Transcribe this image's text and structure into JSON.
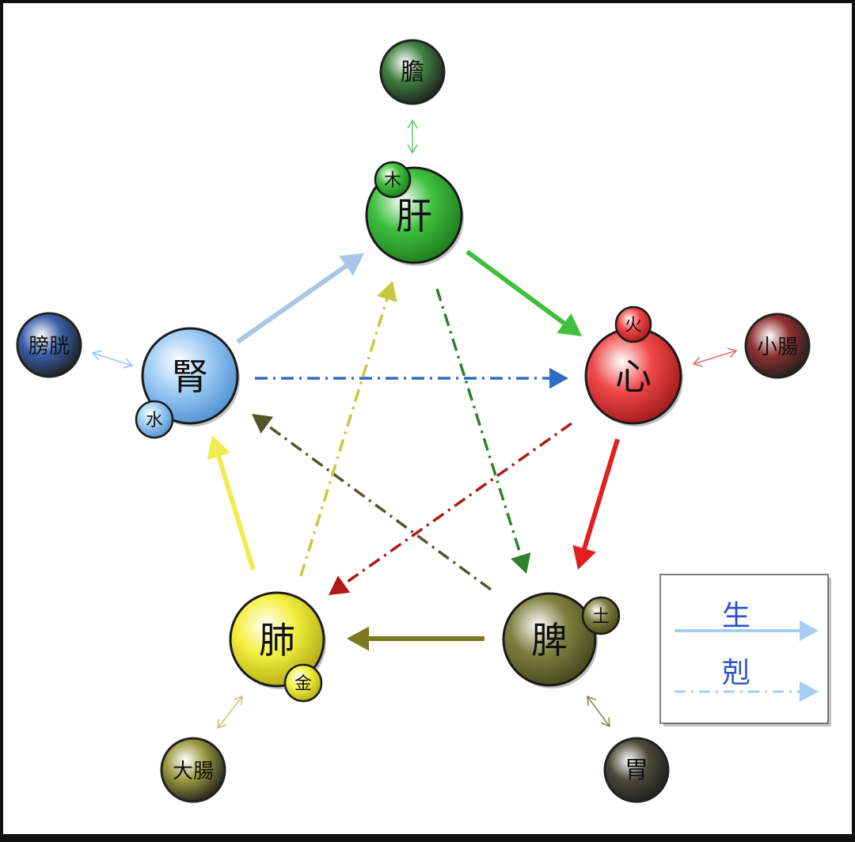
{
  "diagram": {
    "organs": [
      {
        "id": "liver",
        "label": "肝",
        "element": "木",
        "color": "#3fbf3f",
        "dark": "#1d7a1d"
      },
      {
        "id": "heart",
        "label": "心",
        "element": "火",
        "color": "#f04848",
        "dark": "#a01818"
      },
      {
        "id": "spleen",
        "label": "脾",
        "element": "土",
        "color": "#7f7f40",
        "dark": "#45451c"
      },
      {
        "id": "lung",
        "label": "肺",
        "element": "金",
        "color": "#f4f040",
        "dark": "#b0aa10"
      },
      {
        "id": "kidney",
        "label": "腎",
        "element": "水",
        "color": "#9fcdf5",
        "dark": "#4f8fd0"
      }
    ],
    "fu_organs": [
      {
        "id": "gallbladder",
        "label": "膽",
        "pair": "liver",
        "color": "#3f7f3f",
        "arrow": "#6cc86c"
      },
      {
        "id": "small-intestine",
        "label": "小腸",
        "pair": "heart",
        "color": "#8f3030",
        "arrow": "#e07070"
      },
      {
        "id": "stomach",
        "label": "胃",
        "pair": "spleen",
        "color": "#4a4a38",
        "arrow": "#8a8a50"
      },
      {
        "id": "large-intestine",
        "label": "大腸",
        "pair": "lung",
        "color": "#9a9a40",
        "arrow": "#c8c870"
      },
      {
        "id": "bladder",
        "label": "膀胱",
        "pair": "kidney",
        "color": "#3a5fa8",
        "arrow": "#a0c4e8"
      }
    ],
    "generating": [
      {
        "from": "kidney",
        "to": "liver",
        "color": "#a9c6e6"
      },
      {
        "from": "liver",
        "to": "heart",
        "color": "#3fbf3f"
      },
      {
        "from": "heart",
        "to": "spleen",
        "color": "#e02020"
      },
      {
        "from": "spleen",
        "to": "lung",
        "color": "#7a7a20"
      },
      {
        "from": "lung",
        "to": "kidney",
        "color": "#f0ec50"
      }
    ],
    "controlling": [
      {
        "from": "kidney",
        "to": "heart",
        "color": "#2f6fc0"
      },
      {
        "from": "liver",
        "to": "spleen",
        "color": "#2f7f2f"
      },
      {
        "from": "heart",
        "to": "lung",
        "color": "#b01818"
      },
      {
        "from": "spleen",
        "to": "kidney",
        "color": "#55552a"
      },
      {
        "from": "lung",
        "to": "liver",
        "color": "#c8c840"
      }
    ]
  },
  "legend": {
    "generating_label": "生",
    "controlling_label": "剋",
    "label_color": "#2a55c8",
    "arrow_color": "#a8cdf0"
  }
}
